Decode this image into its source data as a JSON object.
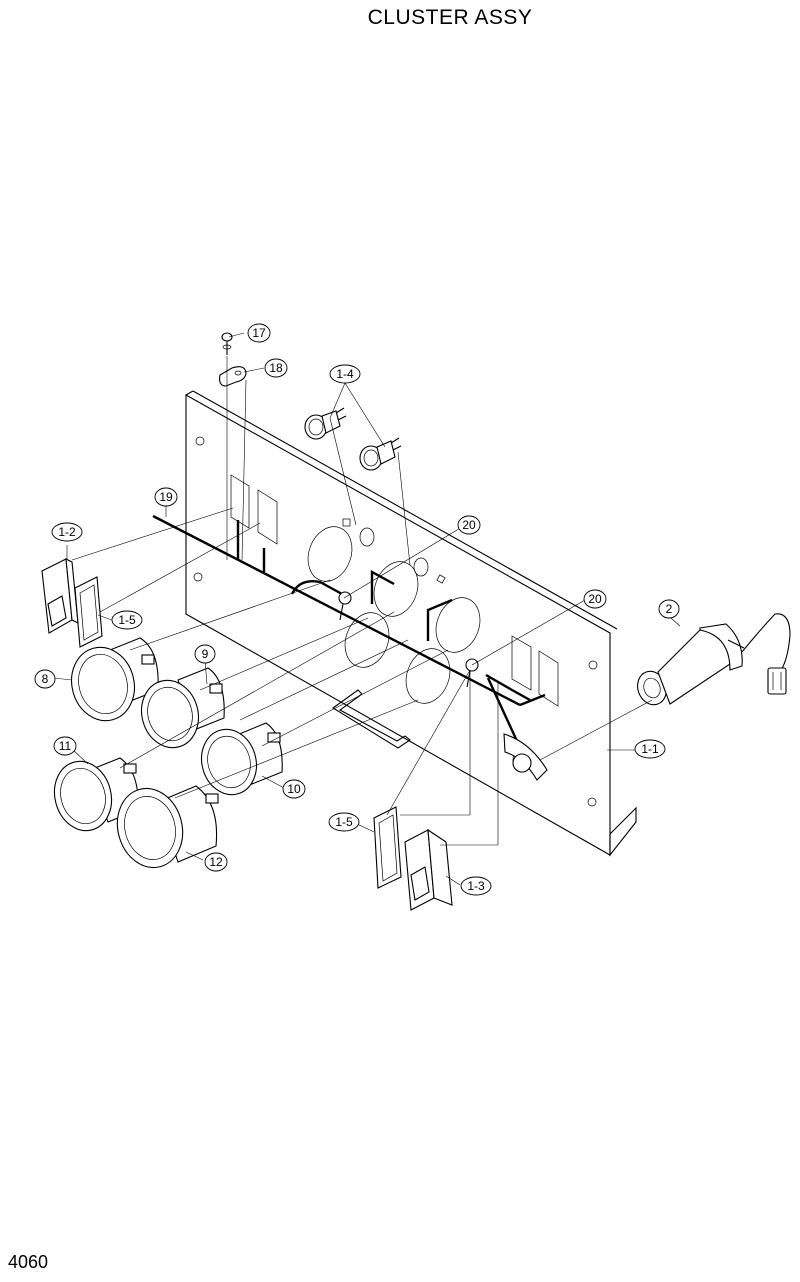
{
  "title": "CLUSTER ASSY",
  "page_number": "4060",
  "callouts": {
    "c17": "17",
    "c18": "18",
    "c1_4": "1-4",
    "c19": "19",
    "c20a": "20",
    "c20b": "20",
    "c1_2": "1-2",
    "c1_5a": "1-5",
    "c2": "2",
    "c8": "8",
    "c9": "9",
    "c1_1": "1-1",
    "c11": "11",
    "c10": "10",
    "c1_5b": "1-5",
    "c12": "12",
    "c1_3": "1-3"
  }
}
